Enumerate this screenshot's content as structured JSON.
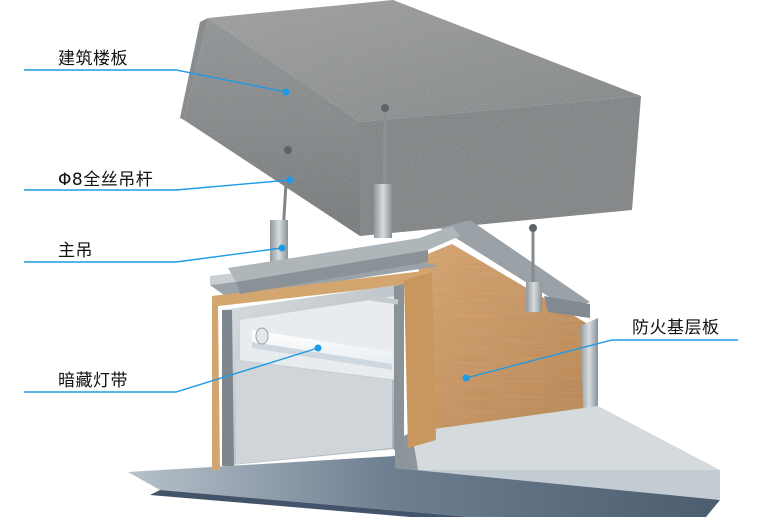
{
  "labels": {
    "slab": "建筑楼板",
    "rod": "Φ8全丝吊杆",
    "main_hanger": "主吊",
    "light_strip": "暗藏灯带",
    "fire_board": "防火基层板"
  },
  "colors": {
    "leader_line": "#1e9be6",
    "concrete": "#8c8f91",
    "steel": "#b9bfc3",
    "wood_board": "#c9935e",
    "panel_base": "#5a6c80"
  }
}
